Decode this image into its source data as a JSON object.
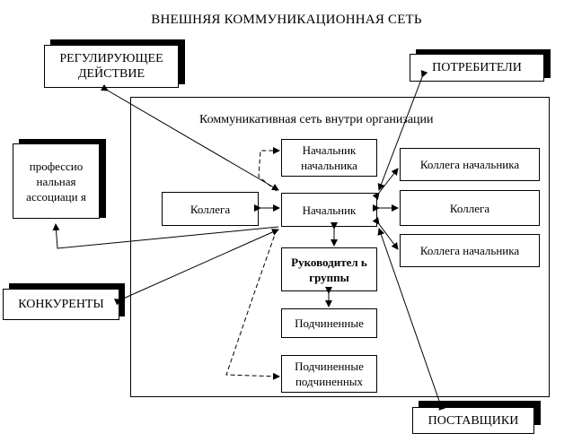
{
  "title": "ВНЕШНЯЯ КОММУНИКАЦИОННАЯ СЕТЬ",
  "internal_network_title": "Коммуникативная сеть внутри организации",
  "external": {
    "regulating_action": "РЕГУЛИРУЮЩЕЕ ДЕЙСТВИЕ",
    "consumers": "ПОТРЕБИТЕЛИ",
    "professional_association": "профессио нальная ассоциаци я",
    "competitors": "КОНКУРЕНТЫ",
    "suppliers": "ПОСТАВЩИКИ"
  },
  "internal": {
    "boss_of_boss": "Начальник начальника",
    "boss": "Начальник",
    "colleague_left": "Коллега",
    "colleague_right": "Коллега",
    "colleague_of_boss_top": "Коллега начальника",
    "colleague_of_boss_bottom": "Коллега начальника",
    "group_leader": "Руководител ь группы",
    "subordinates": "Подчиненные",
    "subordinates_of_subordinates": "Подчиненные подчиненных"
  }
}
